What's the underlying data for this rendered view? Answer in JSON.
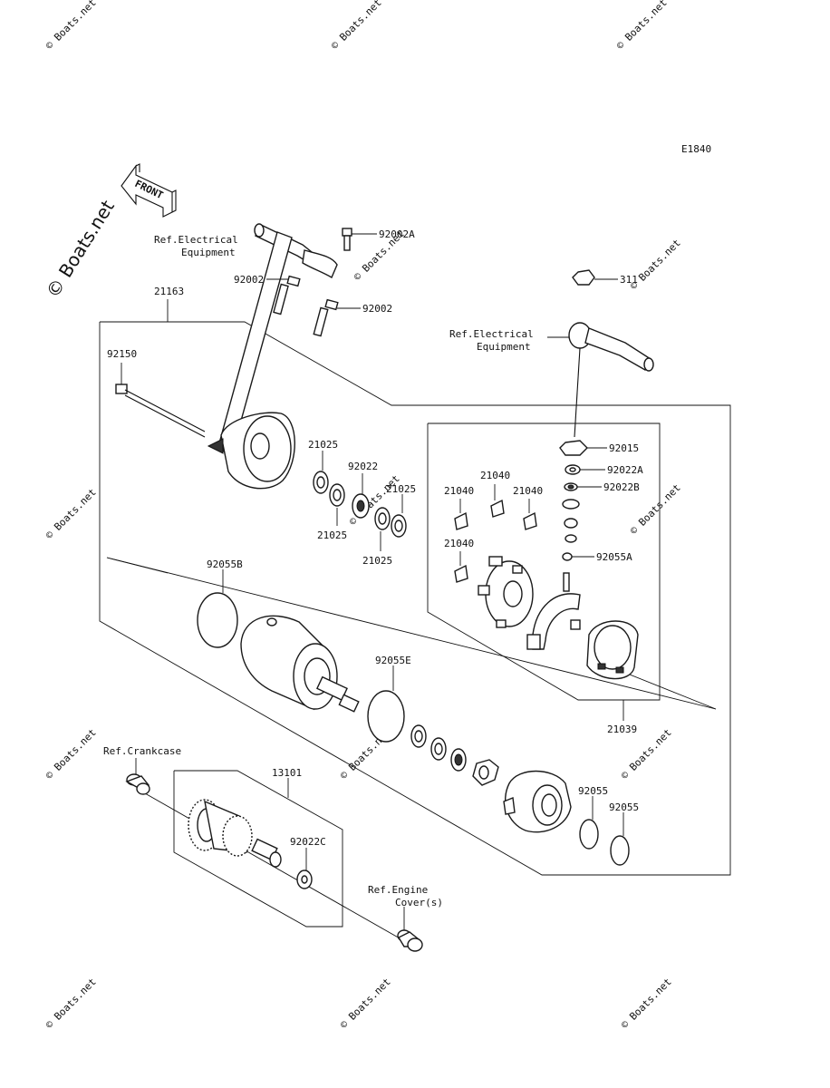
{
  "diagram_code": "E1840",
  "front_label": "FRONT",
  "watermark_text": "© Boats.net",
  "side_watermark": "© Boats.net",
  "colors": {
    "line": "#111111",
    "watermark": "#e4e4e4",
    "background": "#ffffff"
  },
  "labels": {
    "p21163": "21163",
    "p92002a": "92002A",
    "p92002_1": "92002",
    "p92002_2": "92002",
    "p92150": "92150",
    "p311": "311",
    "p21025_1": "21025",
    "p92022": "92022",
    "p21025_2": "21025",
    "p21025_3": "21025",
    "p21025_4": "21025",
    "p92015": "92015",
    "p92022a": "92022A",
    "p92022b": "92022B",
    "p21040_1": "21040",
    "p21040_2": "21040",
    "p21040_3": "21040",
    "p21040_4": "21040",
    "p92055a": "92055A",
    "p92055b": "92055B",
    "p92055e": "92055E",
    "p21039": "21039",
    "p13101": "13101",
    "p92022c": "92022C",
    "p92055_1": "92055",
    "p92055_2": "92055"
  },
  "refs": {
    "elec1_l1": "Ref.Electrical",
    "elec1_l2": "Equipment",
    "elec2_l1": "Ref.Electrical",
    "elec2_l2": "Equipment",
    "crankcase": "Ref.Crankcase",
    "engine_l1": "Ref.Engine",
    "engine_l2": "Cover(s)"
  }
}
